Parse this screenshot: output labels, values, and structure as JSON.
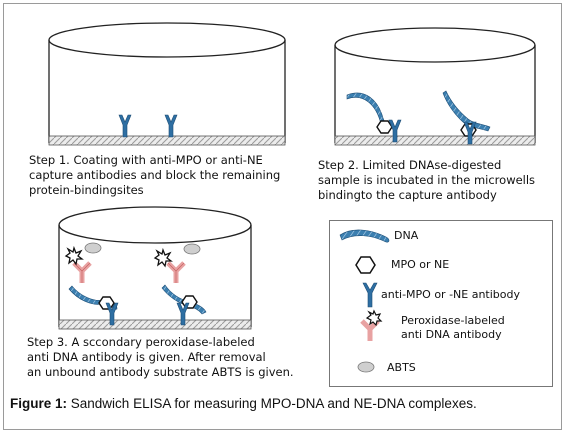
{
  "steps": [
    {
      "text": "Step 1. Coating with anti-MPO or anti-NE\ncapture antibodies and block the remaining\nprotein-bindingsites"
    },
    {
      "text": "Step 2. Limited DNAse-digested\nsample is incubated in the microwells\nbindingto the capture antibody"
    },
    {
      "text": "Step 3. A sccondary peroxidase-labeled\nanti DNA antibody is given. After removal\nan unbound antibody substrate ABTS is given."
    }
  ],
  "legend": {
    "dna": "DNA",
    "mpo": "MPO or NE",
    "capture_ab": "anti-MPO or -NE antibody",
    "peroxidase_ab": "Peroxidase-labeled\nanti DNA antibody",
    "abts": "ABTS"
  },
  "caption": {
    "label": "Figure 1:",
    "text": "Sandwich ELISA for measuring MPO-DNA and NE-DNA complexes."
  },
  "colors": {
    "antibody": "#2e6fa3",
    "dna": "#3b7fb0",
    "peroxidase": "#e8a2a2",
    "abts": "#cfcfcf"
  }
}
